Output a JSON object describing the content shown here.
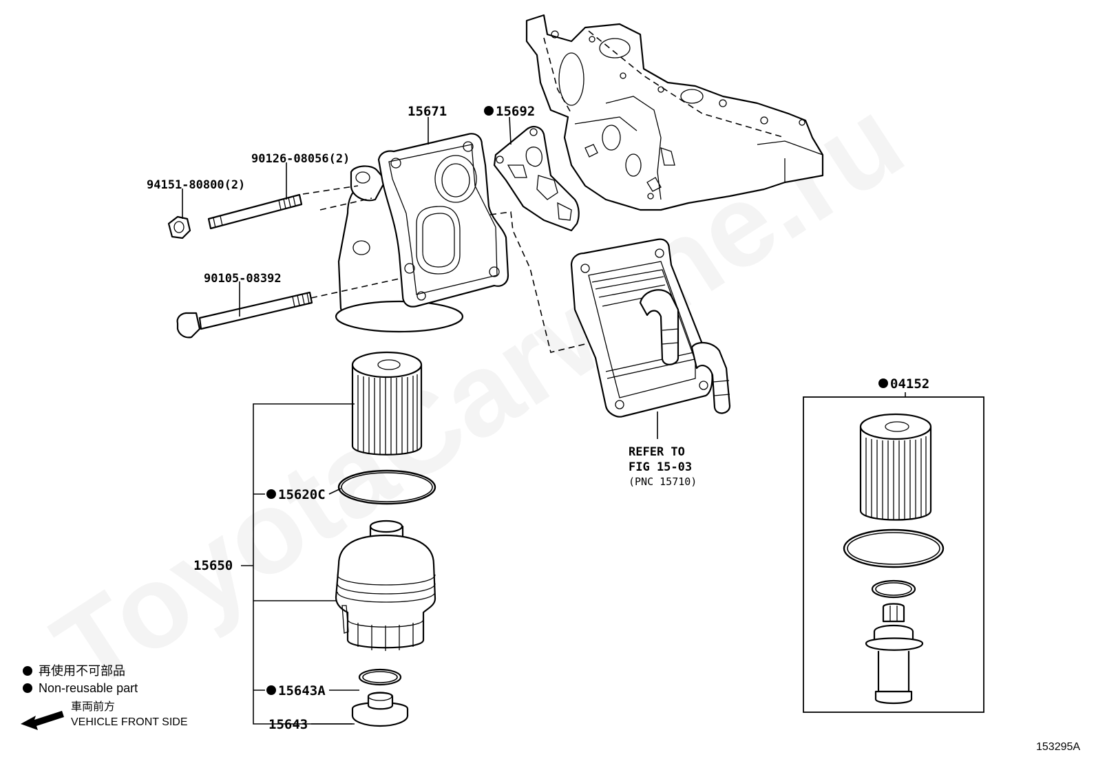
{
  "watermark": "ToyotaCarwine.ru",
  "figure_id": "153295A",
  "parts": {
    "p15671": "15671",
    "p15692": "15692",
    "p90126": "90126-08056(2)",
    "p94151": "94151-80800(2)",
    "p90105": "90105-08392",
    "p15650": "15650",
    "p15620C": "15620C",
    "p15643A": "15643A",
    "p15643": "15643",
    "p04152": "04152"
  },
  "refer": {
    "line1": "REFER TO",
    "line2": "FIG 15-03",
    "line3": "(PNC 15710)"
  },
  "legend": {
    "nonreusable_jp": "再使用不可部品",
    "nonreusable_en": "Non-reusable part",
    "front_jp": "車両前方",
    "front_en": "VEHICLE FRONT SIDE"
  }
}
